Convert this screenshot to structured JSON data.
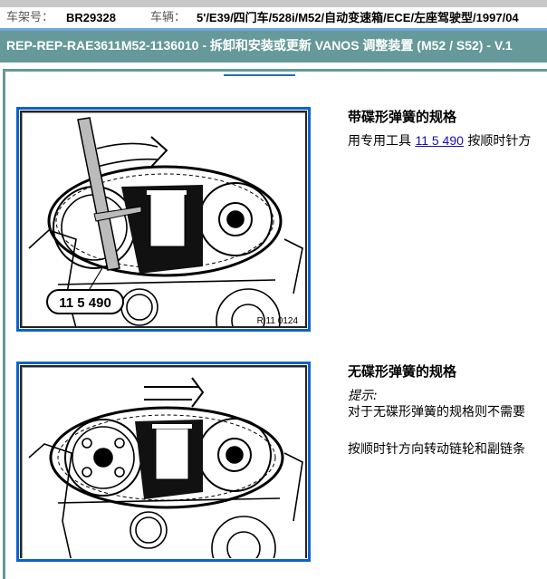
{
  "header": {
    "vin_label": "车架号：",
    "vin_value": "BR29328",
    "vehicle_label": "车辆：",
    "vehicle_value": "5'/E39/四门车/528i/M52/自动变速箱/ECE/左座驾驶型/1997/04"
  },
  "title": "REP-REP-RAE3611M52-1136010 - 拆卸和安装或更新 VANOS 调整装置 (M52 / S52) - V.1",
  "sections": [
    {
      "title": "带碟形弹簧的规格",
      "text_before_link": "用专用工具 ",
      "link_label": "11 5 490",
      "text_after_link": " 按顺时针方",
      "figure": {
        "callout_label": "11 5 490",
        "figure_id": "R 11 0124"
      }
    },
    {
      "title": "无碟形弹簧的规格",
      "hint_label": "提示:",
      "hint_text": "对于无碟形弹簧的规格则不需要",
      "instruction": "按顺时针方向转动链轮和副链条"
    }
  ],
  "colors": {
    "title_bar": "#669999",
    "figure_border": "#0b63c9",
    "link": "#1a0dab",
    "separator": "#6fa8dc"
  }
}
